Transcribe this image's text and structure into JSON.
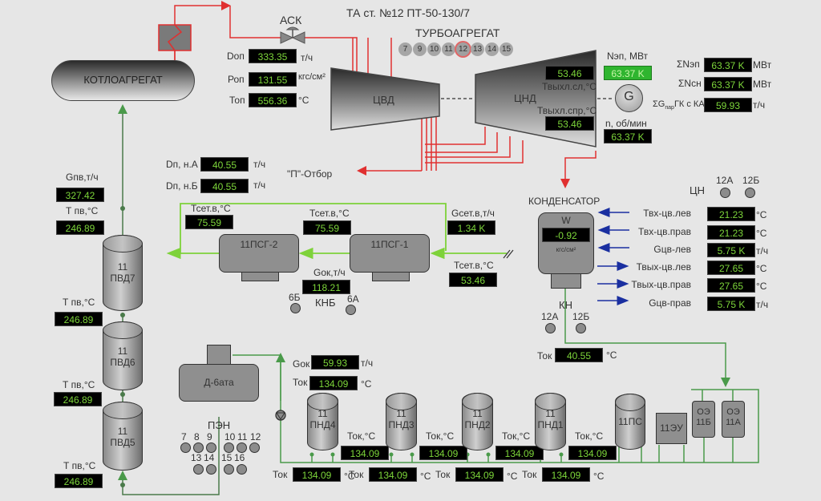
{
  "header": {
    "title": "ТА ст. №12 ПТ-50-130/7",
    "turbo_label": "ТУРБОАГРЕГАТ",
    "units": [
      "7",
      "9",
      "10",
      "11",
      "12",
      "13",
      "14",
      "15"
    ],
    "selected_unit": "12"
  },
  "boiler": {
    "label": "КОТЛОАГРЕГАТ"
  },
  "ask": {
    "label": "АСК"
  },
  "steam": {
    "d_label": "Dоп",
    "d_value": "333.35",
    "d_unit": "т/ч",
    "p_label": "Роп",
    "p_value": "131.55",
    "p_unit": "кгс/см²",
    "t_label": "Топ",
    "t_value": "556.36",
    "t_unit": "°С"
  },
  "turbine": {
    "hp_label": "ЦВД",
    "lp_label": "ЦНД",
    "t_exh_left_label": "Твыхл.сл,°С",
    "t_exh_left_value": "53.46",
    "t_exh_right_label": "Твыхл.спр,°С",
    "t_exh_right_value": "53.46"
  },
  "generator": {
    "symbol": "G",
    "power_label": "Nэп, МВт",
    "power_value": "63.37 K",
    "speed_label": "n, об/мин",
    "speed_value": "63.37 K"
  },
  "totals": {
    "sum_nep_label": "ΣNэп",
    "sum_nep_value": "63.37 K",
    "sum_nep_unit": "МВт",
    "sum_nsn_label": "ΣNсн",
    "sum_nsn_value": "63.37 K",
    "sum_nsn_unit": "МВт",
    "sum_g_label": "ΣG",
    "sum_g_sub": "пар",
    "sum_g_suffix": "ГК с КА",
    "sum_g_value": "59.93",
    "sum_g_unit": "т/ч"
  },
  "extraction": {
    "dna_label": "Dп, н.А",
    "dna_value": "40.55",
    "dna_unit": "т/ч",
    "dnb_label": "Dп, н.Б",
    "dnb_value": "40.55",
    "dnb_unit": "т/ч",
    "p_label": "\"П\"-Отбор"
  },
  "feedwater": {
    "gpv_label": "Gпв,т/ч",
    "gpv_value": "327.42",
    "tpv_label": "Т пв,°С",
    "tpv7_value": "246.89",
    "tpv6_value": "246.89",
    "tpv5_value": "246.89",
    "tpv_out_value": "246.89"
  },
  "hp_heaters": [
    {
      "num": "11",
      "name": "ПВД7"
    },
    {
      "num": "11",
      "name": "ПВД6"
    },
    {
      "num": "11",
      "name": "ПВД5"
    }
  ],
  "network_heaters": {
    "psg2_label": "11ПСГ-2",
    "psg1_label": "11ПСГ-1",
    "tset_label": "Тсет.в,°С",
    "tset_out_value": "75.59",
    "tset_mid_value": "75.59",
    "gset_label": "Gсет.в,т/ч",
    "gset_value": "1.34 K",
    "tset_in_value": "53.46",
    "gok_label": "Gок,т/ч",
    "gok_value": "118.21",
    "knb_label": "КНБ",
    "pump_6b": "6Б",
    "pump_6a": "6А"
  },
  "condenser": {
    "label": "КОНДЕНСАТОР",
    "w_label": "W",
    "w_value": "-0.92",
    "w_unit": "кгс/см²",
    "kn_label": "КН",
    "pump_12a": "12А",
    "pump_12b": "12Б",
    "tok_label": "Ток",
    "tok_value": "40.55",
    "tok_unit": "°С"
  },
  "cooling_water": {
    "cn_label": "ЦН",
    "pump_12a": "12А",
    "pump_12b": "12Б",
    "rows": [
      {
        "label": "Твх-цв.лев",
        "value": "21.23",
        "unit": "°С",
        "dir": "in"
      },
      {
        "label": "Твх-цв.прав",
        "value": "21.23",
        "unit": "°С",
        "dir": "in"
      },
      {
        "label": "Gцв-лев",
        "value": "5.75 K",
        "unit": "т/ч",
        "dir": "in"
      },
      {
        "label": "Твых-цв.лев",
        "value": "27.65",
        "unit": "°С",
        "dir": "out"
      },
      {
        "label": "Твых-цв.прав",
        "value": "27.65",
        "unit": "°С",
        "dir": "out"
      },
      {
        "label": "Gцв-прав",
        "value": "5.75 K",
        "unit": "т/ч",
        "dir": "out"
      }
    ]
  },
  "deaerator": {
    "label": "Д-6ата",
    "pen_label": "ПЭН",
    "pumps_top": [
      "7",
      "8",
      "9",
      "10",
      "11",
      "12"
    ],
    "pumps_bottom": [
      "13",
      "14",
      "15",
      "16"
    ]
  },
  "lp_section": {
    "gok_label": "Gок",
    "gok_value": "59.93",
    "gok_unit": "т/ч",
    "tok_label": "Ток",
    "tok_value": "134.09",
    "tok_unit": "°С",
    "tok_comma_label": "Ток,°С",
    "heaters": [
      {
        "num": "11",
        "name": "ПНД4"
      },
      {
        "num": "11",
        "name": "ПНД3"
      },
      {
        "num": "11",
        "name": "ПНД2"
      },
      {
        "num": "11",
        "name": "ПНД1"
      }
    ],
    "mid_values": [
      "134.09",
      "134.09",
      "134.09",
      "134.09"
    ],
    "bottom_values": [
      "134.09",
      "134.09",
      "134.09",
      "134.09"
    ],
    "ps_label": "11ПС",
    "eu_label": "11ЭУ",
    "oe_b": {
      "line1": "ОЭ",
      "line2": "11Б"
    },
    "oe_a": {
      "line1": "ОЭ",
      "line2": "11А"
    }
  },
  "colors": {
    "steam": "#e03030",
    "condensate": "#4a9a4a",
    "network_water": "#7ed23a",
    "cooling_water": "#1a2fa0",
    "display_bg": "#000000",
    "display_text": "#7dd63a"
  }
}
